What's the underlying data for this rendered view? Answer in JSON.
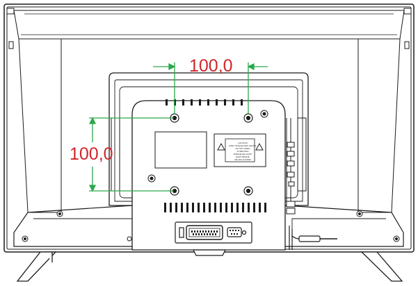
{
  "diagram": {
    "horizontal_spacing_label": "100,0",
    "vertical_spacing_label": "100,0",
    "caution_label_lines": [
      "CAUTION",
      "RISK OF ELECTRIC SHOCK",
      "DO NOT OPEN",
      "ATTENTION",
      "RISQUE DE CHOC ELECTRIQUE",
      "NE PAS OUVRIR"
    ]
  },
  "colors": {
    "dimension_text": "#d0262b",
    "dimension_arrow": "#2aa84a",
    "outline": "#1a1a1a",
    "background": "#ffffff"
  }
}
